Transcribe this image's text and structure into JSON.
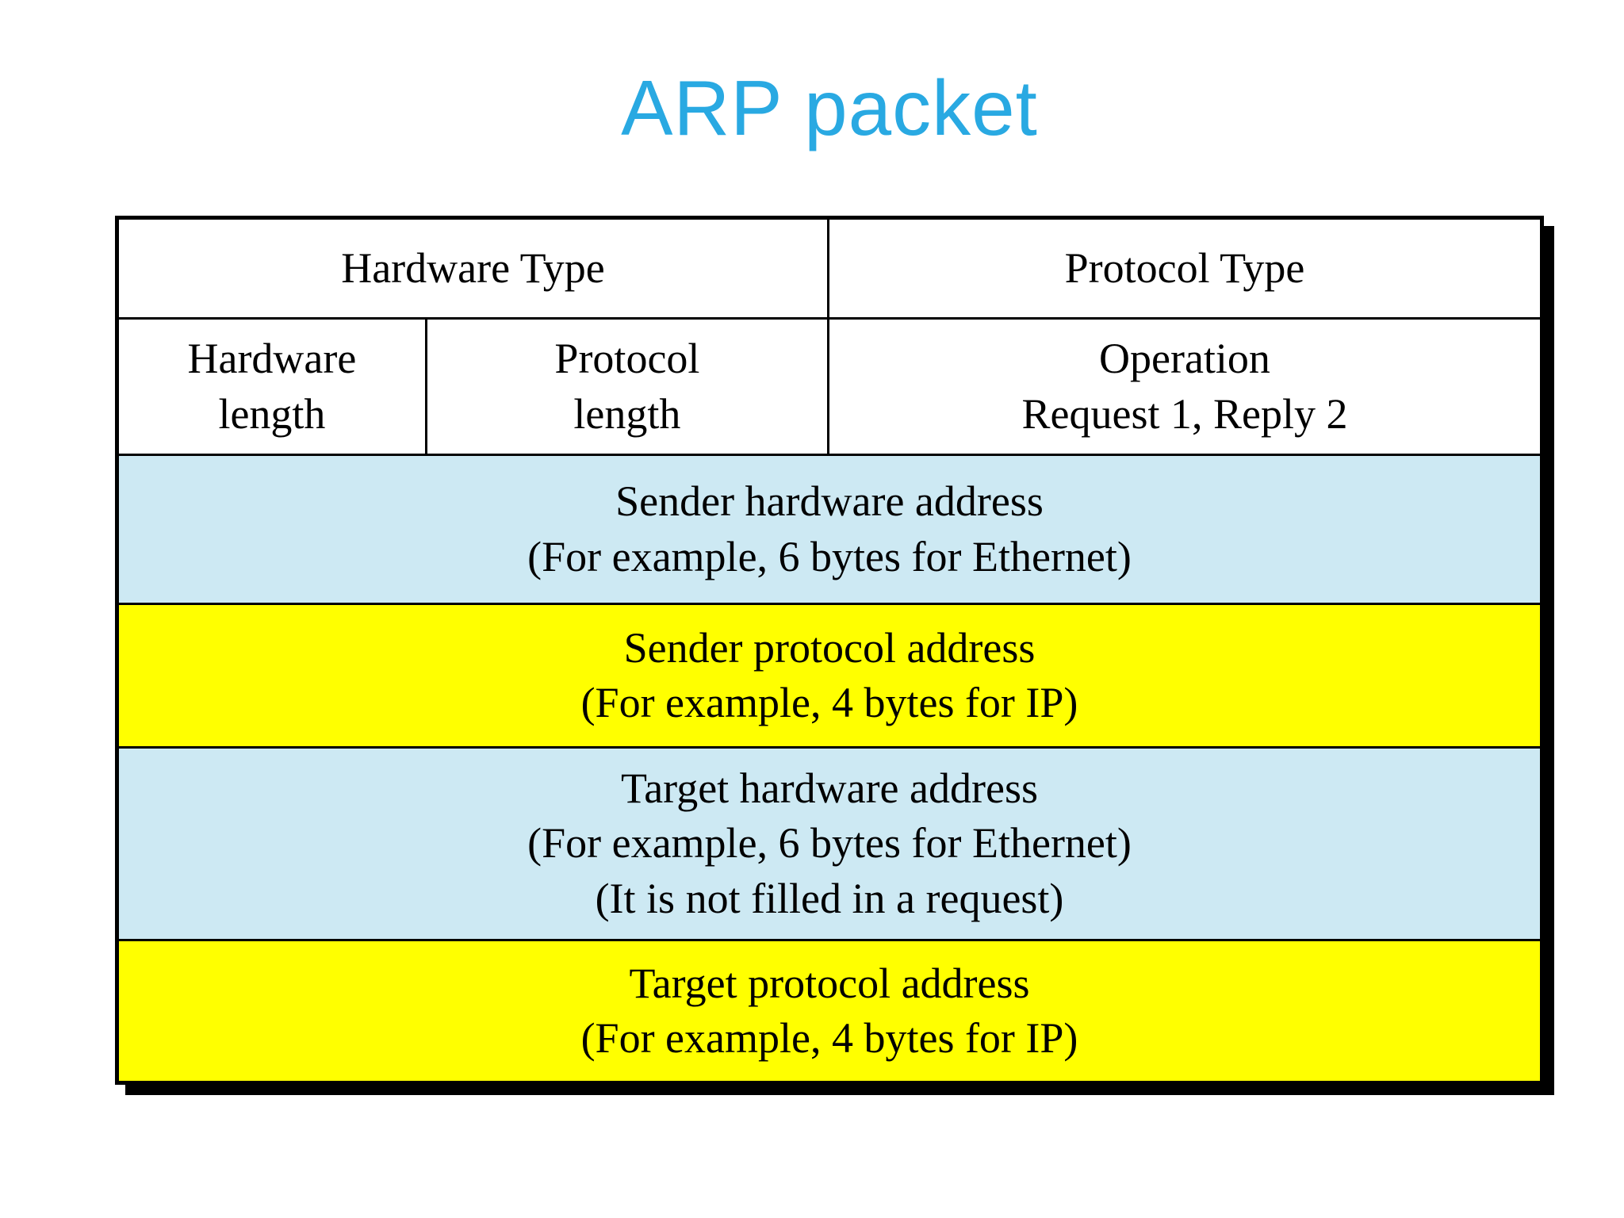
{
  "title": "ARP packet",
  "colors": {
    "title_color": "#29A9E2",
    "row_blue": "#CDE9F3",
    "row_yellow": "#FFFF00",
    "border_color": "#000000"
  },
  "rows": [
    {
      "cells": [
        {
          "lines": [
            "Hardware Type"
          ]
        },
        {
          "lines": [
            "Protocol Type"
          ]
        }
      ]
    },
    {
      "cells": [
        {
          "lines": [
            "Hardware",
            "length"
          ]
        },
        {
          "lines": [
            "Protocol",
            "length"
          ]
        },
        {
          "lines": [
            "Operation",
            "Request 1, Reply 2"
          ]
        }
      ]
    },
    {
      "cells": [
        {
          "lines": [
            "Sender hardware address",
            "(For example, 6 bytes for Ethernet)"
          ]
        }
      ]
    },
    {
      "cells": [
        {
          "lines": [
            "Sender protocol address",
            "(For example, 4 bytes for IP)"
          ]
        }
      ]
    },
    {
      "cells": [
        {
          "lines": [
            "Target hardware address",
            "(For example, 6 bytes for Ethernet)",
            "(It is not filled in a request)"
          ]
        }
      ]
    },
    {
      "cells": [
        {
          "lines": [
            "Target protocol address",
            "(For example, 4 bytes for IP)"
          ]
        }
      ]
    }
  ]
}
